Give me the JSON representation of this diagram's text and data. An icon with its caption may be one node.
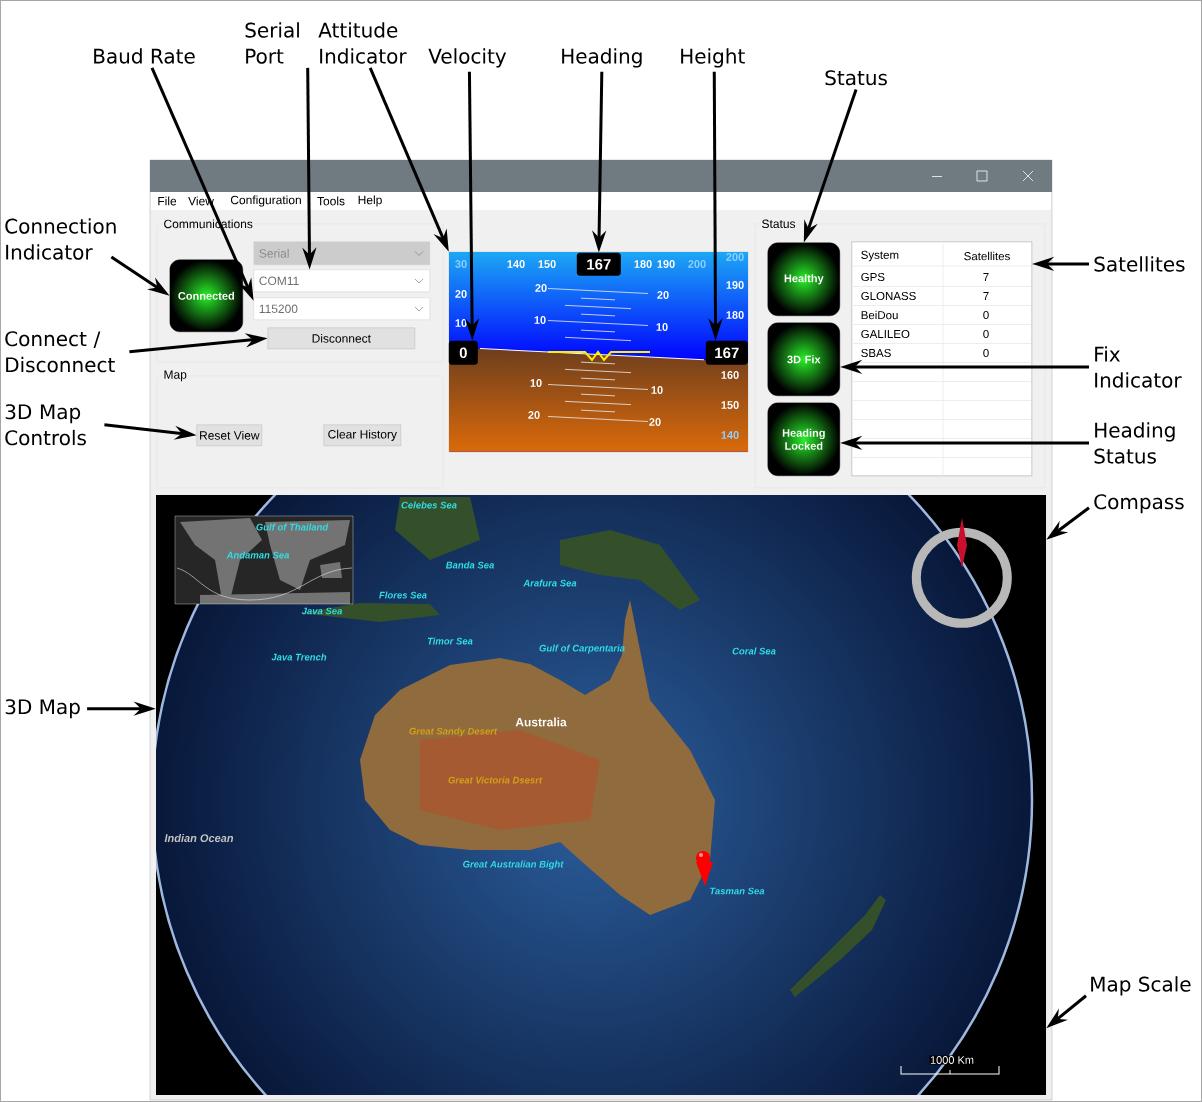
{
  "diagram": {
    "nodes": [
      {
        "text": [
          "Baud Rate"
        ]
      },
      {
        "text": [
          "Serial Port"
        ]
      },
      {
        "text": [
          "Attitude Indicator"
        ]
      },
      {
        "text": [
          "Velocity"
        ]
      },
      {
        "text": [
          "Heading"
        ]
      },
      {
        "text": [
          "Height"
        ]
      },
      {
        "text": [
          "Status"
        ]
      },
      {
        "text": [
          "Connection Indicator"
        ]
      },
      {
        "text": [
          "Satellites"
        ]
      },
      {
        "text": [
          "Connect / Disconnect"
        ]
      },
      {
        "text": [
          "Fix Indicator"
        ]
      },
      {
        "text": [
          "3D Map Controls"
        ]
      },
      {
        "text": [
          "Heading Status"
        ]
      },
      {
        "text": [
          "Compass"
        ]
      },
      {
        "text": [
          "3D Map"
        ]
      },
      {
        "text": [
          "Map Scale"
        ]
      },
      {
        "text": [
          "Communications"
        ]
      },
      {
        "text": [
          "Connected"
        ],
        "in": 16
      },
      {
        "text": [
          "Serial"
        ],
        "in": 16
      },
      {
        "text": [
          "COM11"
        ],
        "in": 16
      },
      {
        "text": [
          "115200"
        ],
        "in": 16
      },
      {
        "text": [
          "Disconnect"
        ],
        "in": 16
      },
      {
        "text": [
          "Map"
        ]
      },
      {
        "text": [
          "Reset View"
        ],
        "in": 22
      },
      {
        "text": [
          "Clear History"
        ],
        "in": 22
      },
      {
        "text": [],
        "shape": "picture"
      },
      {
        "text": [
          "0"
        ],
        "in": 25
      },
      {
        "text": [
          "167"
        ],
        "in": 25
      },
      {
        "text": [
          "167"
        ],
        "in": 25
      },
      {
        "text": [
          "Status"
        ]
      },
      {
        "text": [
          "Healthy"
        ],
        "in": 29
      },
      {
        "text": [
          "3D Fix"
        ],
        "in": 29
      },
      {
        "text": [
          "Heading Locked"
        ],
        "in": 29
      },
      {
        "text": [],
        "shape": "box",
        "in": 29
      },
      {
        "text": [],
        "shape": "picture"
      },
      {
        "text": [],
        "shape": "circle",
        "in": 34
      }
    ],
    "edges": [
      {
        "from": 0,
        "to": 20,
        "arrow": "to"
      },
      {
        "from": 1,
        "to": 19,
        "arrow": "to"
      },
      {
        "from": 2,
        "to": 25,
        "arrow": "to"
      },
      {
        "from": 3,
        "to": 26,
        "arrow": "to"
      },
      {
        "from": 4,
        "to": 27,
        "arrow": "to"
      },
      {
        "from": 5,
        "to": 28,
        "arrow": "to"
      },
      {
        "from": 6,
        "to": 30,
        "arrow": "to"
      },
      {
        "from": 7,
        "to": 17,
        "arrow": "to"
      },
      {
        "from": 8,
        "to": 33,
        "arrow": "to"
      },
      {
        "from": 9,
        "to": 21,
        "arrow": "to"
      },
      {
        "from": 10,
        "to": 31,
        "arrow": "to"
      },
      {
        "from": 11,
        "to": 23,
        "arrow": "to"
      },
      {
        "from": 12,
        "to": 32,
        "arrow": "to"
      },
      {
        "from": 13,
        "to": 34,
        "arrow": "to"
      },
      {
        "from": 14,
        "to": 34,
        "arrow": "to"
      },
      {
        "from": 15,
        "to": 34,
        "arrow": "to"
      }
    ],
    "labels": [
      "File",
      "View",
      "Configuration",
      "Tools",
      "Help",
      "30",
      "140",
      "150",
      "180",
      "190",
      "200",
      "200",
      "20",
      "20",
      "20",
      "190",
      "10",
      "10",
      "10",
      "180",
      "160",
      "10",
      "10",
      "150",
      "20",
      "20",
      "140",
      "System",
      "Satellites",
      "GPS",
      "7",
      "GLONASS",
      "7",
      "BeiDou",
      "0",
      "GALILEO",
      "0",
      "SBAS",
      "0",
      "Celebes Sea",
      "Gulf of Thailand",
      "Andaman Sea",
      "Banda Sea",
      "Arafura Sea",
      "Flores Sea",
      "Java Sea",
      "Timor Sea",
      "Gulf of Carpentaria",
      "Coral Sea",
      "Java Trench",
      "Australia",
      "Great Sandy Desert",
      "Great Victoria Dsesrt",
      "Indian Ocean",
      "Great Australian Bight",
      "Tasman Sea",
      "1000 Km"
    ]
  }
}
